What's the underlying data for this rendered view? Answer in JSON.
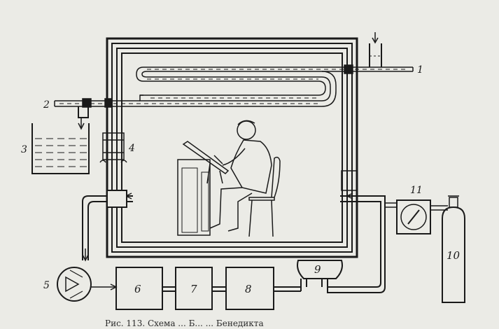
{
  "labels": {
    "n1": "1",
    "n2": "2",
    "n3": "3",
    "n4": "4",
    "n5": "5",
    "n6": "6",
    "n7": "7",
    "n8": "8",
    "n9": "9",
    "n10": "10",
    "n11": "11"
  },
  "caption": "Рис. 113. Схема ... Б... ... Бенедикта",
  "colors": {
    "paper": "#ebebe6",
    "ink": "#1a1a1a"
  },
  "icons": {
    "gauge": "pressure-gauge-icon",
    "pump": "rotary-pump-icon",
    "cylinder": "gas-cylinder-icon"
  }
}
